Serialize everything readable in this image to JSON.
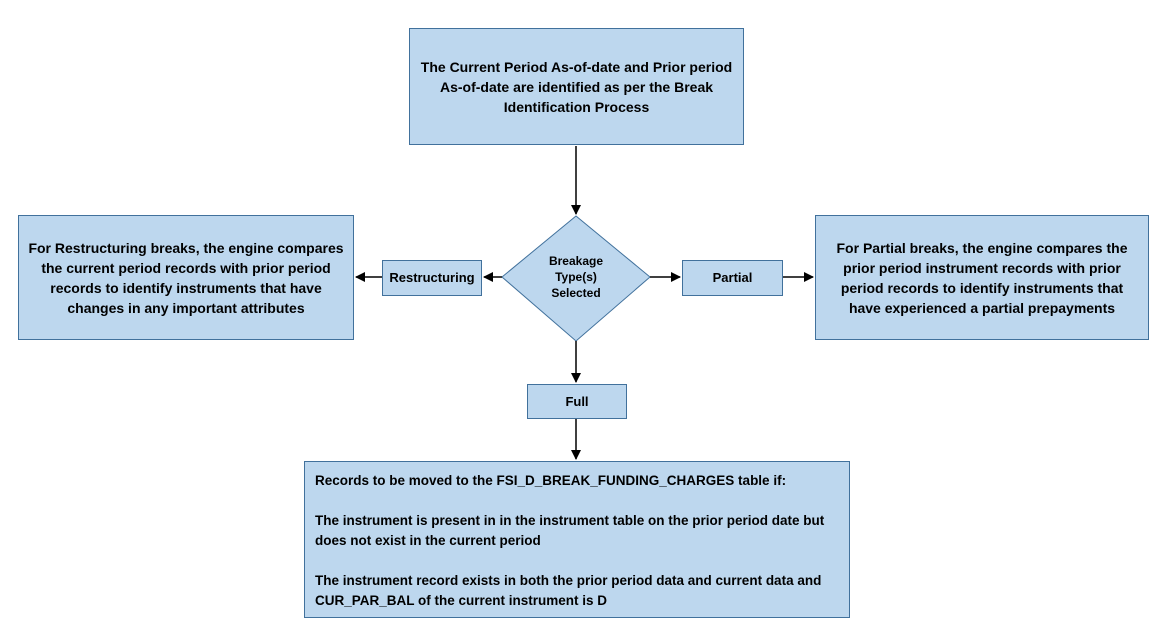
{
  "top_box": {
    "text": "The Current Period As-of-date and  Prior period As-of-date are identified as per the Break Identification Process"
  },
  "decision": {
    "text": "Breakage Type(s) Selected"
  },
  "branches": {
    "restructuring": "Restructuring",
    "partial": "Partial",
    "full": "Full"
  },
  "left_box": {
    "text": "For Restructuring breaks, the engine compares the current period records with prior period records to identify instruments that have changes in any important attributes"
  },
  "right_box": {
    "text": "For Partial breaks, the engine compares the prior period instrument records with prior period records to identify instruments that have experienced a partial prepayments"
  },
  "bottom_box": {
    "heading": "Records to be moved to the FSI_D_BREAK_FUNDING_CHARGES table if:",
    "condition_1": "The instrument is present in in the instrument table on the prior period date but does not exist in the current period",
    "condition_2": "The instrument record exists in both the prior period data and current data and CUR_PAR_BAL of the current instrument is D"
  },
  "colors": {
    "box_fill": "#bdd7ee",
    "box_border": "#41719c",
    "arrow": "#000000"
  }
}
